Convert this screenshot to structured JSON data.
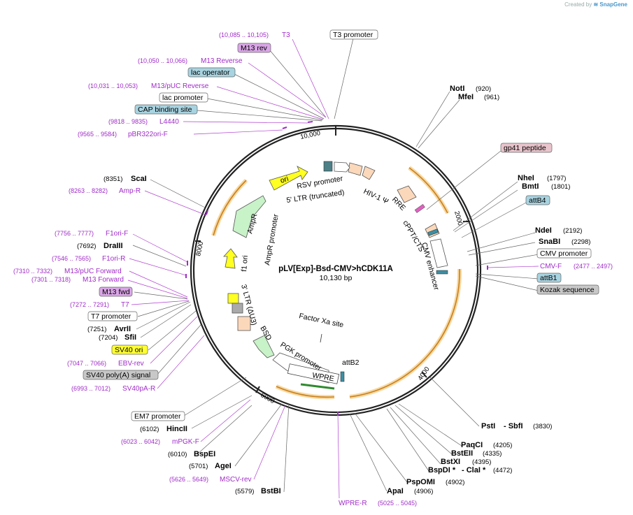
{
  "credit": {
    "prefix": "Created by",
    "brand": "SnapGene"
  },
  "plasmid": {
    "name": "pLV[Exp]-Bsd-CMV>hCDK11A",
    "size": "10,130 bp"
  },
  "ticks": [
    "2000",
    "4000",
    "6000",
    "8000",
    "10,000"
  ],
  "colors": {
    "primer": "#a02cc8",
    "gold": "#f0a830",
    "feature_boxed_blue": "#a8d3e0",
    "feature_boxed_gray": "#c8c8c8",
    "feature_boxed_yellow": "#ffff33",
    "feature_boxed_purple": "#d9a6e6",
    "feature_boxed_pink": "#e8c4cc"
  },
  "left_labels": [
    {
      "pos": "(10,085 .. 10,105)",
      "name": "T3",
      "type": "primer"
    },
    {
      "name": "M13 rev",
      "type": "boxed-purple"
    },
    {
      "pos": "(10,050 .. 10,066)",
      "name": "M13 Reverse",
      "type": "primer"
    },
    {
      "name": "lac operator",
      "type": "boxed-blue"
    },
    {
      "pos": "(10,031 .. 10,053)",
      "name": "M13/pUC Reverse",
      "type": "primer"
    },
    {
      "name": "lac promoter",
      "type": "boxed-white"
    },
    {
      "name": "CAP binding site",
      "type": "boxed-blue"
    },
    {
      "pos": "(9818 .. 9835)",
      "name": "L4440",
      "type": "primer"
    },
    {
      "pos": "(9565 .. 9584)",
      "name": "pBR322ori-F",
      "type": "primer"
    },
    {
      "pos": "(8351)",
      "name": "ScaI",
      "type": "enzyme"
    },
    {
      "pos": "(8263 .. 8282)",
      "name": "Amp-R",
      "type": "primer"
    },
    {
      "pos": "(7756 .. 7777)",
      "name": "F1ori-F",
      "type": "primer"
    },
    {
      "pos": "(7692)",
      "name": "DraIII",
      "type": "enzyme"
    },
    {
      "pos": "(7546 .. 7565)",
      "name": "F1ori-R",
      "type": "primer"
    },
    {
      "pos": "(7310 .. 7332)",
      "name": "M13/pUC Forward",
      "type": "primer"
    },
    {
      "pos": "(7301 .. 7318)",
      "name": "M13 Forward",
      "type": "primer"
    },
    {
      "name": "M13 fwd",
      "type": "boxed-purple"
    },
    {
      "pos": "(7272 .. 7291)",
      "name": "T7",
      "type": "primer"
    },
    {
      "name": "T7 promoter",
      "type": "boxed-white"
    },
    {
      "pos": "(7251)",
      "name": "AvrII",
      "type": "enzyme"
    },
    {
      "pos": "(7204)",
      "name": "SfiI",
      "type": "enzyme"
    },
    {
      "name": "SV40 ori",
      "type": "boxed-yellow"
    },
    {
      "pos": "(7047 .. 7066)",
      "name": "EBV-rev",
      "type": "primer"
    },
    {
      "name": "SV40 poly(A) signal",
      "type": "boxed-gray"
    },
    {
      "pos": "(6993 .. 7012)",
      "name": "SV40pA-R",
      "type": "primer"
    },
    {
      "name": "EM7 promoter",
      "type": "boxed-white"
    },
    {
      "pos": "(6102)",
      "name": "HincII",
      "type": "enzyme"
    },
    {
      "pos": "(6023 .. 6042)",
      "name": "mPGK-F",
      "type": "primer"
    },
    {
      "pos": "(6010)",
      "name": "BspEI",
      "type": "enzyme"
    },
    {
      "pos": "(5701)",
      "name": "AgeI",
      "type": "enzyme"
    },
    {
      "pos": "(5626 .. 5649)",
      "name": "MSCV-rev",
      "type": "primer"
    },
    {
      "pos": "(5579)",
      "name": "BstBI",
      "type": "enzyme"
    }
  ],
  "top_labels": [
    {
      "name": "T3 promoter",
      "type": "boxed-white"
    }
  ],
  "right_labels": [
    {
      "name": "NotI",
      "pos": "(920)",
      "type": "enzyme"
    },
    {
      "name": "MfeI",
      "pos": "(961)",
      "type": "enzyme"
    },
    {
      "name": "gp41 peptide",
      "type": "boxed-pink"
    },
    {
      "name": "NheI",
      "pos": "(1797)",
      "type": "enzyme"
    },
    {
      "name": "BmtI",
      "pos": "(1801)",
      "type": "enzyme"
    },
    {
      "name": "attB4",
      "type": "boxed-blue"
    },
    {
      "name": "NdeI",
      "pos": "(2192)",
      "type": "enzyme"
    },
    {
      "name": "SnaBI",
      "pos": "(2298)",
      "type": "enzyme"
    },
    {
      "name": "CMV promoter",
      "type": "boxed-white"
    },
    {
      "name": "CMV-F",
      "pos": "(2477 .. 2497)",
      "type": "primer"
    },
    {
      "name": "attB1",
      "type": "boxed-blue"
    },
    {
      "name": "Kozak sequence",
      "type": "boxed-gray"
    },
    {
      "name": "PstI",
      "name2": "- SbfI",
      "pos": "(3830)",
      "type": "enzyme"
    },
    {
      "name": "PaqCI",
      "pos": "(4205)",
      "type": "enzyme"
    },
    {
      "name": "BstEII",
      "pos": "(4335)",
      "type": "enzyme"
    },
    {
      "name": "BstXI",
      "pos": "(4395)",
      "type": "enzyme"
    },
    {
      "name": "BspDI *",
      "name2": "- ClaI *",
      "pos": "(4472)",
      "type": "enzyme"
    },
    {
      "name": "PspOMI",
      "pos": "(4902)",
      "type": "enzyme"
    },
    {
      "name": "ApaI",
      "pos": "(4906)",
      "type": "enzyme"
    },
    {
      "name": "WPRE-R",
      "pos": "(5025 .. 5045)",
      "type": "primer"
    }
  ],
  "inner_features": [
    "ori",
    "RSV promoter",
    "5' LTR (truncated)",
    "HIV-1 Ψ",
    "RRE",
    "cPPT/CTS",
    "CMV enhancer",
    "AmpR",
    "AmpR promoter",
    "f1 ori",
    "3' LTR (ΔU3)",
    "BSD",
    "PGK promoter",
    "WPRE",
    "attB2",
    "Factor Xa site"
  ]
}
